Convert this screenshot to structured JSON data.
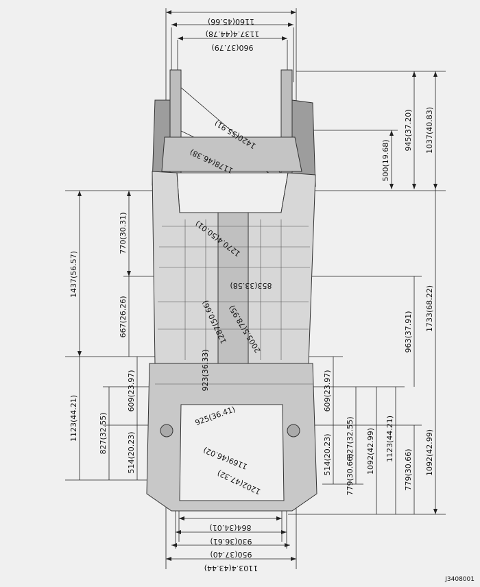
{
  "figure_ref": "J3408001",
  "top_widths": [
    "1160(45.66)",
    "1137.4(44.78)",
    "960(37.79)"
  ],
  "bottom_widths": [
    "864(34.01)",
    "930(36.61)",
    "950(37.40)",
    "1103.4(43.44)"
  ],
  "right_heights_front": [
    "500(19.68)",
    "945(37.20)",
    "1037(40.83)"
  ],
  "right_heights_middle": [
    "1733(68.22)",
    "963(37.91)"
  ],
  "right_heights_rear": [
    "609(23.97)",
    "827(32.55)",
    "1092(42.99)",
    "1123(44.21)",
    "779(30.66)",
    "514(20.23)",
    "779(30.66)",
    "1092(42.99)"
  ],
  "left_heights": [
    "770(30.31)",
    "667(26.26)",
    "1437(56.57)",
    "609(23.97)",
    "827(32.55)",
    "514(20.23)",
    "1123(44.21)"
  ],
  "diagonals": [
    "1420(55.91)",
    "1178(46.38)",
    "1270.4(50.01)",
    "853(33.58)",
    "2005.5(78.95)",
    "1287(50.66)",
    "923(36.33)",
    "925(36.41)",
    "1169(46.02)",
    "1202(47.32)"
  ]
}
